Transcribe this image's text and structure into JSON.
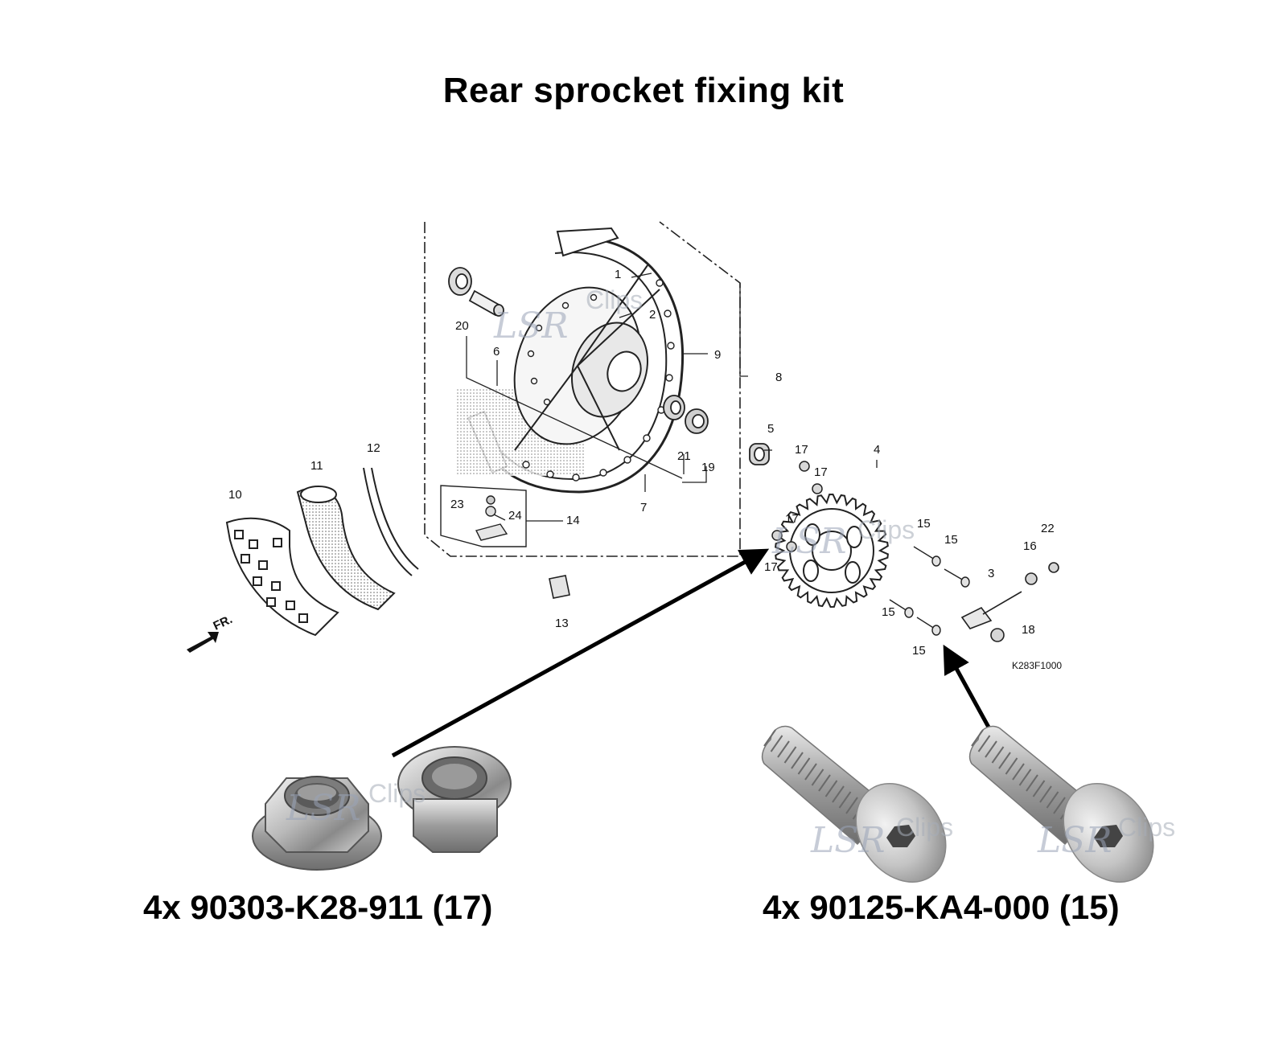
{
  "title": "Rear sprocket fixing kit",
  "diagram": {
    "reference_code": "K283F1000",
    "front_marker": "FR.",
    "callouts": [
      "1",
      "2",
      "3",
      "4",
      "5",
      "6",
      "7",
      "8",
      "9",
      "10",
      "11",
      "12",
      "13",
      "14",
      "15",
      "16",
      "17",
      "18",
      "19",
      "20",
      "21",
      "22",
      "23",
      "24"
    ]
  },
  "watermark": {
    "text_a": "LSR",
    "text_b": "Clips"
  },
  "parts": [
    {
      "id": "nuts",
      "caption": "4x 90303-K28-911 (17)"
    },
    {
      "id": "bolts",
      "caption": "4x 90125-KA4-000 (15)"
    }
  ]
}
